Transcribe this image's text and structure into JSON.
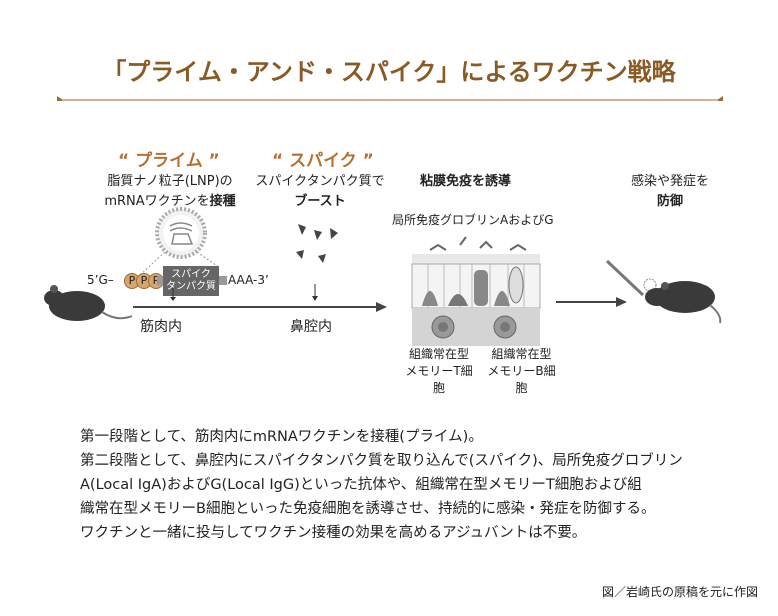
{
  "title": "「プライム・アンド・スパイク」によるワクチン戦略",
  "colors": {
    "title": "#8a5a25",
    "accent": "#b5702f",
    "dark_box": "#666666"
  },
  "prime": {
    "heading": "“ プライム ”",
    "line1": "脂質ナノ粒子(LNP)の",
    "line2_normal": "mRNAワクチンを",
    "line2_bold": "接種",
    "route": "筋肉内"
  },
  "spike": {
    "heading": "“ スパイク ”",
    "line1": "スパイクタンパク質で",
    "line2_bold": "ブースト",
    "route": "鼻腔内"
  },
  "mrna": {
    "five_prime": "5’G–",
    "cap": [
      "P",
      "P",
      "P"
    ],
    "box_line1": "スパイク",
    "box_line2": "タンパク質",
    "three_prime": "AAA-3’"
  },
  "mucosal": {
    "heading_bold": "粘膜免疫",
    "heading_normal": "を誘導",
    "antibodies": "局所免疫グロブリンAおよびG",
    "t_cell_line1": "組織常在型",
    "t_cell_line2": "メモリーT細胞",
    "b_cell_line1": "組織常在型",
    "b_cell_line2": "メモリーB細胞"
  },
  "outcome": {
    "line1": "感染や発症を",
    "line2_bold": "防御"
  },
  "description": [
    "第一段階として、筋肉内にmRNAワクチンを接種(プライム)。",
    "第二段階として、鼻腔内にスパイクタンパク質を取り込んで(スパイク)、局所免疫グロブリン",
    "A(Local IgA)およびG(Local IgG)といった抗体や、組織常在型メモリーT細胞および組",
    "織常在型メモリーB細胞といった免疫細胞を誘導させ、持続的に感染・発症を防御する。",
    "ワクチンと一緒に投与してワクチン接種の効果を高めるアジュバントは不要。"
  ],
  "credit": "図／岩崎氏の原稿を元に作図"
}
